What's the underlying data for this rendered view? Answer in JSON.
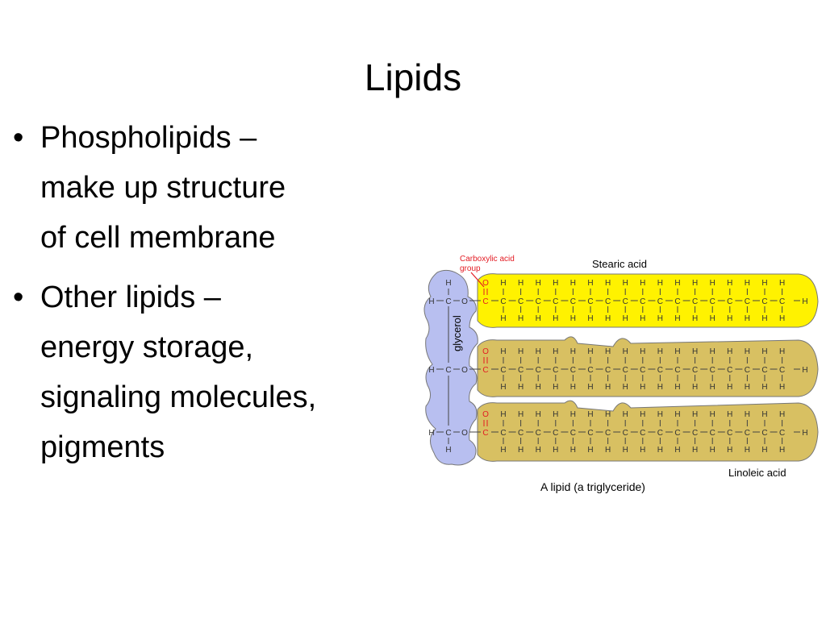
{
  "slide": {
    "title": "Lipids",
    "bullets": [
      {
        "lines": [
          "Phospholipids –",
          "make up structure",
          "of cell membrane"
        ]
      },
      {
        "lines": [
          "Other lipids –",
          "energy storage,",
          "signaling molecules,",
          "pigments"
        ]
      }
    ],
    "bullet_glyph": "•"
  },
  "figure": {
    "carboxyl_label_1": "Carboxylic acid",
    "carboxyl_label_2": "group",
    "stearic_label": "Stearic acid",
    "glycerol_label": "glycerol",
    "linoleic_label": "Linoleic acid",
    "caption": "A lipid  (a triglyceride)",
    "atom_h": "H",
    "atom_c": "C",
    "atom_o": "O",
    "colors": {
      "stearic_fill": "#fff200",
      "unsaturated_fill": "#d8c062",
      "glycerol_fill": "#b8bff0",
      "carboxyl_red": "#e31b23",
      "outline": "#777777"
    }
  }
}
